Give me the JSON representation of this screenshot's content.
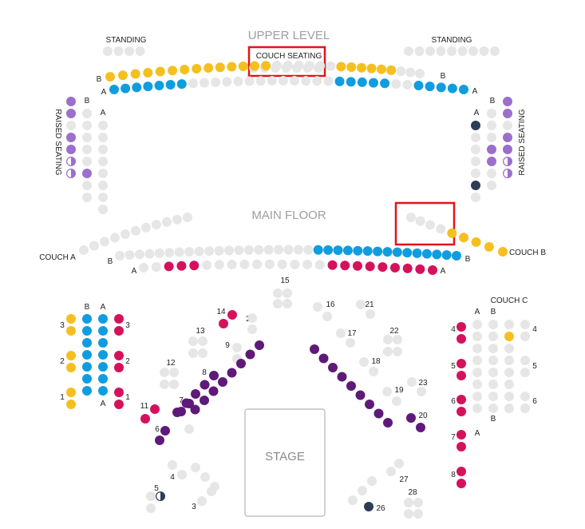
{
  "sections": {
    "upper_level": "UPPER LEVEL",
    "main_floor": "MAIN FLOOR",
    "stage": "STAGE"
  },
  "labels": {
    "standing": "STANDING",
    "couch_seating": "COUCH SEATING",
    "raised_seating": "RAISED SEATING",
    "couch_a": "COUCH A",
    "couch_b": "COUCH B",
    "couch_c": "COUCH C",
    "row_a": "A",
    "row_b": "B"
  },
  "table_numbers": {
    "left": [
      "1",
      "2",
      "3"
    ],
    "floor": [
      "3",
      "4",
      "5",
      "6",
      "7",
      "8",
      "9",
      "10",
      "11",
      "12",
      "13",
      "14",
      "15",
      "16",
      "17",
      "18",
      "19",
      "20",
      "21",
      "22",
      "23",
      "26",
      "27",
      "28"
    ],
    "right": [
      "4",
      "5",
      "6",
      "7",
      "8"
    ]
  },
  "colors": {
    "available": "#e6e6e6",
    "yellow": "#f5c01f",
    "blue": "#0f9ddf",
    "purple": "#9b6fcc",
    "magenta": "#d6115c",
    "dark_purple": "#5e1a79",
    "navy": "#2d3d55",
    "highlight": "#e3131b",
    "stage_border": "#b5b5b5"
  },
  "seat_groups": {
    "upper_b_row": "YYYYYYYYYYYYYYWWWWWWYYYYYYWWW",
    "upper_a_row": "BBBBBBBWWWWWWWWWWWWWBBBBBWWBBBBB",
    "main_b_row": "WWWWWWWWWWWWWWWWWWWWBBBBBBBBBBBBBBB",
    "main_a_row": "WWMMMWWWWWWWWWWMMMMMMMMM"
  }
}
